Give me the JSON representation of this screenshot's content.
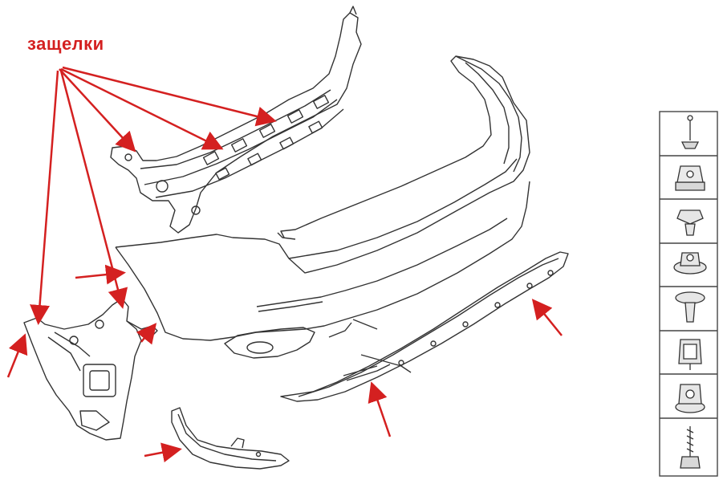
{
  "diagram": {
    "callout_label": "защелки",
    "colors": {
      "callout_text": "#d42020",
      "arrow": "#d42020",
      "line_art": "#333333",
      "panel_border": "#444444"
    },
    "parts": [
      {
        "name": "bumper-reinforcement-bracket"
      },
      {
        "name": "rear-bumper-cover"
      },
      {
        "name": "lower-diffuser-trim"
      },
      {
        "name": "side-mounting-bracket"
      },
      {
        "name": "corner-trim-piece"
      }
    ],
    "fastener_icons": [
      "screw-icon",
      "spring-clip-icon",
      "push-rivet-icon",
      "flange-nut-icon",
      "plastic-rivet-icon",
      "clip-nut-icon",
      "hex-nut-icon",
      "bolt-icon"
    ]
  }
}
